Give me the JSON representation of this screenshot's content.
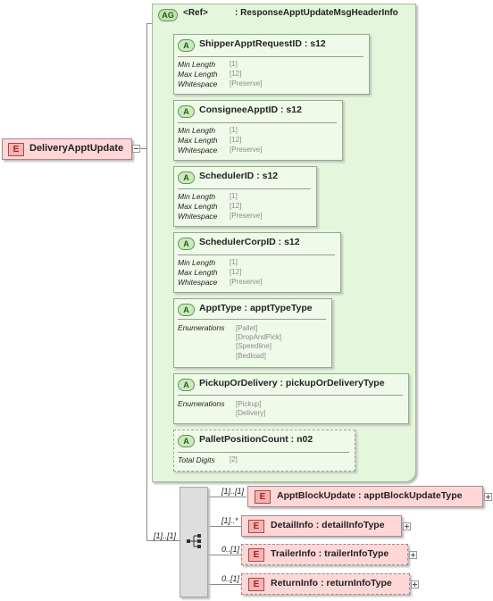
{
  "root": {
    "badge": "E",
    "name": "DeliveryApptUpdate"
  },
  "attribute_group": {
    "badge": "AG",
    "ref_label": "<Ref>",
    "type_label": ": ResponseApptUpdateMsgHeaderInfo"
  },
  "attributes": [
    {
      "badge": "A",
      "name": "ShipperApptRequestID : s12",
      "facets": [
        {
          "label": "Min Length",
          "value": "[1]"
        },
        {
          "label": "Max Length",
          "value": "[12]"
        },
        {
          "label": "Whitespace",
          "value": "[Preserve]"
        }
      ]
    },
    {
      "badge": "A",
      "name": "ConsigneeApptID : s12",
      "facets": [
        {
          "label": "Min Length",
          "value": "[1]"
        },
        {
          "label": "Max Length",
          "value": "[12]"
        },
        {
          "label": "Whitespace",
          "value": "[Preserve]"
        }
      ]
    },
    {
      "badge": "A",
      "name": "SchedulerID : s12",
      "facets": [
        {
          "label": "Min Length",
          "value": "[1]"
        },
        {
          "label": "Max Length",
          "value": "[12]"
        },
        {
          "label": "Whitespace",
          "value": "[Preserve]"
        }
      ]
    },
    {
      "badge": "A",
      "name": "SchedulerCorpID : s12",
      "facets": [
        {
          "label": "Min Length",
          "value": "[1]"
        },
        {
          "label": "Max Length",
          "value": "[12]"
        },
        {
          "label": "Whitespace",
          "value": "[Preserve]"
        }
      ]
    },
    {
      "badge": "A",
      "name": "ApptType : apptTypeType",
      "facet_label": "Enumerations",
      "enumerations": [
        "[Pallet]",
        "[DropAndPick]",
        "[Speedline]",
        "[Bedload]"
      ]
    },
    {
      "badge": "A",
      "name": "PickupOrDelivery : pickupOrDeliveryType",
      "facet_label": "Enumerations",
      "enumerations": [
        "[Pickup]",
        "[Delivery]"
      ]
    },
    {
      "badge": "A",
      "name": "PalletPositionCount : n02",
      "facets": [
        {
          "label": "Total Digits",
          "value": "[2]"
        }
      ]
    }
  ],
  "sequence": {
    "cardinality": "[1]..[1]"
  },
  "children": [
    {
      "badge": "E",
      "name": "ApptBlockUpdate : apptBlockUpdateType",
      "cardinality": "[1]..[1]"
    },
    {
      "badge": "E",
      "name": "DetailInfo : detailInfoType",
      "cardinality": "[1]..*"
    },
    {
      "badge": "E",
      "name": "TrailerInfo : trailerInfoType",
      "cardinality": "0..[1]"
    },
    {
      "badge": "E",
      "name": "ReturnInfo : returnInfoType",
      "cardinality": "0..[1]"
    }
  ],
  "colors": {
    "element_fill": "#ffd7d7",
    "attribute_group_fill": "#e4f6dc",
    "attribute_fill": "#effbe9",
    "sequence_fill": "#dedede"
  }
}
